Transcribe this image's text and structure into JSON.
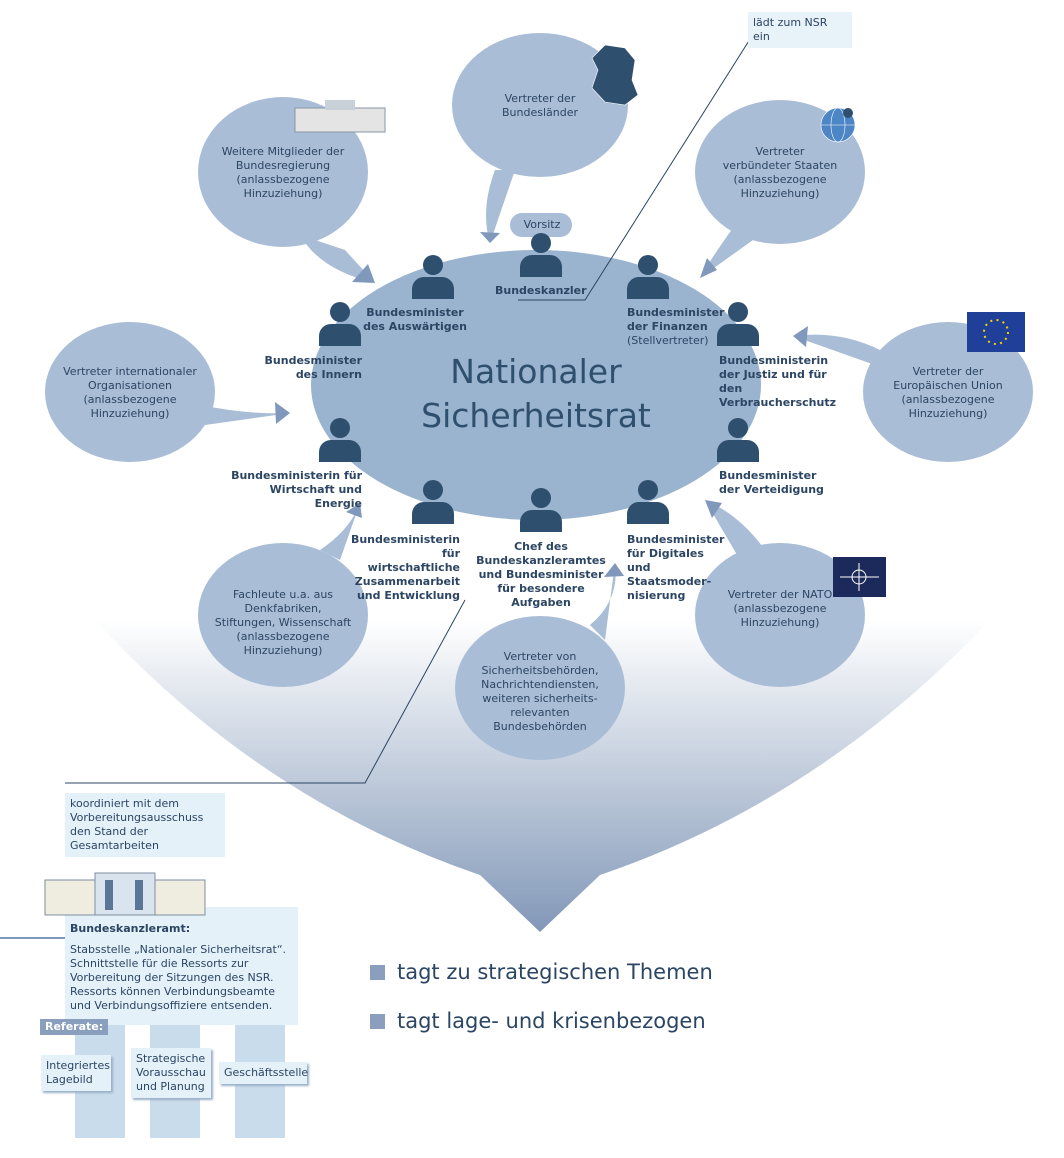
{
  "title": "Nationaler Sicherheitsrat",
  "chair_label": "Vorsitz",
  "invite_label": "lädt zum NSR ein",
  "coordinate_label": "koordiniert mit dem Vorbereitungsausschuss den Stand der Gesamtarbeiten",
  "members": {
    "kanzler": "Bundeskanzler",
    "auswaertig": "Bundesminister des Auswärtigen",
    "finanzen": "Bundesminister der Finanzen",
    "finanzen_note": "(Stellvertreter)",
    "innern": "Bundesminister des Innern",
    "justiz": "Bundesministerin der Justiz und für den Verbraucherschutz",
    "wirtschaft": "Bundesministerin für Wirtschaft und Energie",
    "verteidigung": "Bundesminister der Verteidigung",
    "entwicklung": "Bundesministerin für wirtschaftliche Zusammenarbeit und Entwicklung",
    "chef_bka": "Chef des Bundeskanzleramtes und Bundesminister für besondere Aufgaben",
    "digitales": "Bundesminister für Digitales und Staatsmoder-nisierung"
  },
  "bubbles": {
    "regierung": "Weitere Mitglieder der Bundesregierung (anlassbezogene Hinzuziehung)",
    "laender": "Vertreter der Bundesländer",
    "verbuendete": "Vertreter verbündeter Staaten (anlassbezogene Hinzuziehung)",
    "intl": "Vertreter internationaler Organisationen (anlassbezogene Hinzuziehung)",
    "eu": "Vertreter der Europäischen Union (anlassbezogene Hinzuziehung)",
    "fachleute": "Fachleute u.a. aus Denkfabriken, Stiftungen, Wissenschaft (anlassbezogene Hinzuziehung)",
    "behoerden": "Vertreter von Sicherheitsbehörden, Nachrichtendiensten, weiteren sicherheits-relevanten Bundesbehörden",
    "nato": "Vertreter der NATO (anlassbezogene Hinzuziehung)"
  },
  "kanzleramt": {
    "heading": "Bundeskanzleramt:",
    "text": "Stabsstelle „Nationaler Sicherheitsrat“. Schnittstelle für die Ressorts zur Vorbereitung der Sitzungen des NSR. Ressorts können Verbindungsbeamte und Verbindungsoffiziere entsenden.",
    "referate_label": "Referate:",
    "referate": [
      "Integriertes Lagebild",
      "Strategische Vorausschau und Planung",
      "Geschäftsstelle"
    ]
  },
  "legend": [
    "tagt zu strategischen Themen",
    "tagt lage- und krisenbezogen"
  ],
  "colors": {
    "bubble": "#a9bdd6",
    "table": "#9ab3cf",
    "person": "#2f4f6f",
    "legend": "#8a9fbd"
  }
}
